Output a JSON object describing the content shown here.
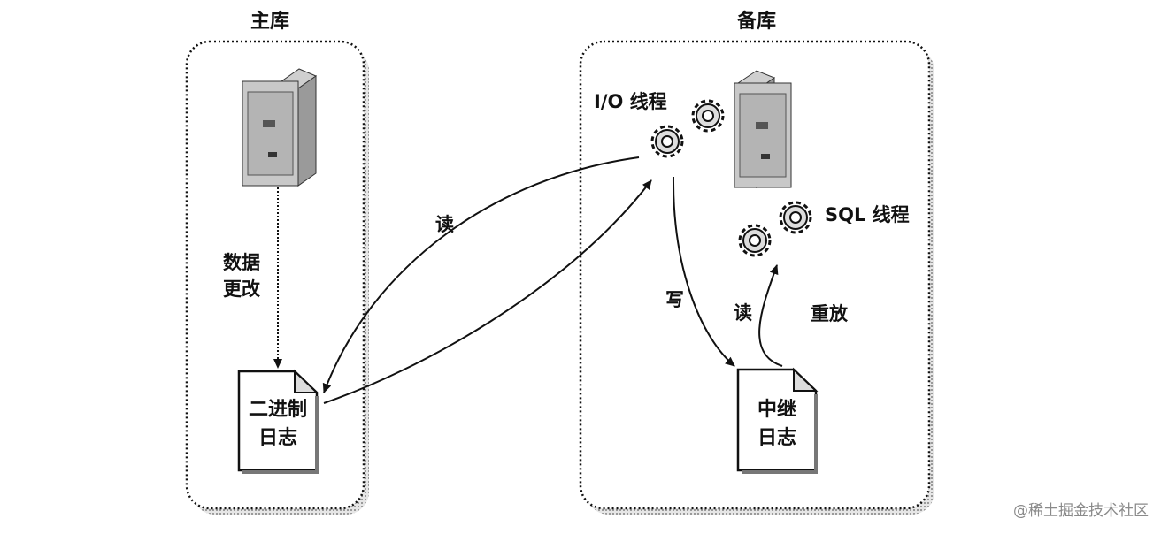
{
  "master": {
    "title": "主库",
    "edge_label_line1": "数据",
    "edge_label_line2": "更改",
    "binlog_line1": "二进制",
    "binlog_line2": "日志"
  },
  "slave": {
    "title": "备库",
    "io_thread_label": "I/O 线程",
    "sql_thread_label": "SQL 线程",
    "relay_line1": "中继",
    "relay_line2": "日志",
    "write_label": "写",
    "sql_read_label": "读",
    "replay_label": "重放"
  },
  "link": {
    "read_label": "读"
  },
  "watermark": "@稀土掘金技术社区"
}
